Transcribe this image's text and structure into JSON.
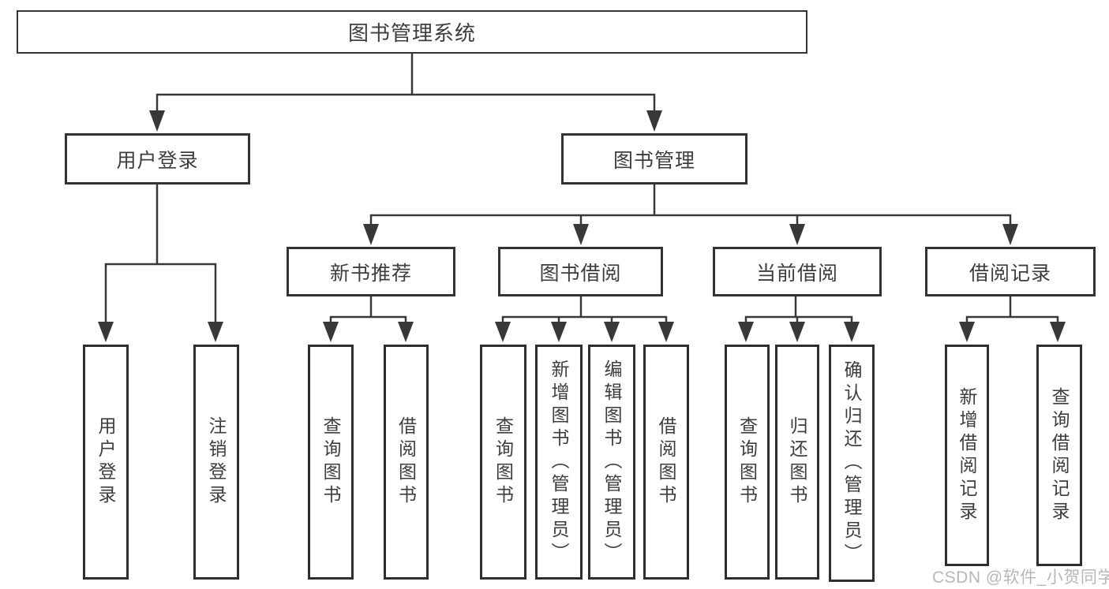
{
  "nodes": {
    "root": "图书管理系统",
    "user_login": "用户登录",
    "book_mgmt": "图书管理",
    "new_book_rec": "新书推荐",
    "book_borrow": "图书借阅",
    "current_borrow": "当前借阅",
    "borrow_records": "借阅记录",
    "ul_login": "用户登录",
    "ul_logout": "注销登录",
    "nbr_query": "查询图书",
    "nbr_borrow": "借阅图书",
    "bb_query": "查询图书",
    "bb_add": "新增图书（管理员）",
    "bb_edit": "编辑图书（管理员）",
    "bb_borrow": "借阅图书",
    "cb_query": "查询图书",
    "cb_return": "归还图书",
    "cb_confirm": "确认归还（管理员）",
    "br_add": "新增借阅记录",
    "br_query": "查询借阅记录"
  },
  "watermark": "CSDN @软件_小贺同学",
  "colors": {
    "line": "#383838",
    "border": "#333333",
    "text": "#3d3d3d",
    "watermark": "#b3b7bf",
    "background": "#ffffff"
  }
}
